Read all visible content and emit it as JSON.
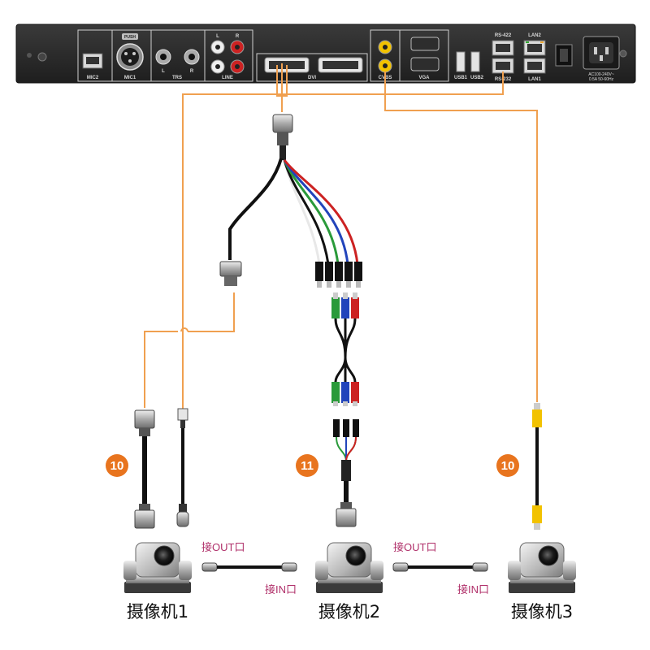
{
  "device": {
    "ports": {
      "mic2": "MIC2",
      "mic1": "MIC1",
      "trs": "TRS",
      "line": "LINE",
      "dvi": "DVI",
      "cvbs": "CVBS",
      "vga": "VGA",
      "usb1": "USB1",
      "usb2": "USB2",
      "rs422": "RS-422",
      "rs232": "RS-232",
      "lan2": "LAN2",
      "lan1": "LAN1",
      "trs_l": "L",
      "trs_r": "R",
      "line_l": "L",
      "line_r": "R",
      "power_1": "AC100-240V~",
      "power_2": "0.5A  50-60Hz",
      "mic1_small": "PUSH"
    }
  },
  "badges": {
    "left": "10",
    "middle": "11",
    "right": "10"
  },
  "links": {
    "out_label_1": "接OUT口",
    "in_label_1": "接IN口",
    "out_label_2": "接OUT口",
    "in_label_2": "接IN口"
  },
  "cameras": {
    "cam1": "摄像机1",
    "cam2": "摄像机2",
    "cam3": "摄像机3"
  },
  "colors": {
    "cable_orange": "#f0a050",
    "badge_orange": "#e8741e",
    "label_magenta": "#b0306a",
    "panel_dark": "#2b2b2b",
    "rca_red": "#cc2222",
    "rca_green": "#2a9a3a",
    "rca_blue": "#2244bb",
    "rca_yellow": "#f2c200"
  }
}
